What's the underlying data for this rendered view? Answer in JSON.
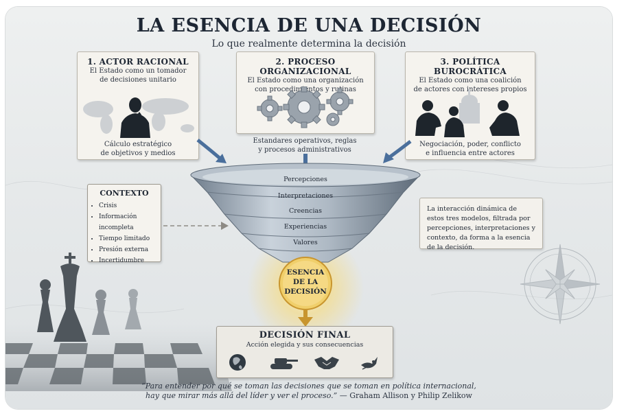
{
  "title": "LA ESENCIA DE UNA DECISIÓN",
  "subtitle": "Lo que realmente determina la decisión",
  "models": [
    {
      "heading": "1. ACTOR RACIONAL",
      "desc_line1": "El Estado como un tomador",
      "desc_line2": "de decisiones unitario",
      "foot_line1": "Cálculo estratégico",
      "foot_line2": "de objetivos y medios"
    },
    {
      "heading": "2. PROCESO ORGANIZACIONAL",
      "desc_line1": "El Estado como una organización",
      "desc_line2": "con procedimientos y rutinas",
      "foot_line1": "Estandares operativos, reglas",
      "foot_line2": "y procesos administrativos"
    },
    {
      "heading": "3. POLÍTICA BUROCRÁTICA",
      "desc_line1": "El Estado como una coalición",
      "desc_line2": "de actores con intereses propios",
      "foot_line1": "Negociación, poder, conflicto",
      "foot_line2": "e influencia entre actores"
    }
  ],
  "funnel_layers": [
    "Percepciones",
    "Interpretaciones",
    "Creencias",
    "Experiencias",
    "Valores"
  ],
  "essence": {
    "line1": "ESENCIA",
    "line2": "DE LA",
    "line3": "DECISIÓN"
  },
  "context": {
    "heading": "CONTEXTO",
    "items": [
      "Crisis",
      "Información incompleta",
      "Tiempo limitado",
      "Presión externa",
      "Incertidumbre"
    ]
  },
  "note_text": "La interacción dinámica de estos tres modelos, filtrada por percepciones, interpretaciones y contexto, da forma a la esencia de la decisión.",
  "final": {
    "heading": "DECISIÓN FINAL",
    "desc": "Acción elegida y sus consecuencias",
    "icons": [
      "globe-icon",
      "tank-icon",
      "handshake-icon",
      "dove-icon"
    ]
  },
  "quote": {
    "line1": "“Para entender por qué se toman las decisiones que se toman en política internacional,",
    "line2": "hay que mirar más allá del líder y ver el proceso.”",
    "attribution": " — Graham Allison y Philip Zelikow"
  },
  "colors": {
    "arrow_blue": "#4a6f9c",
    "arrow_gold": "#c8952e",
    "glow": "#f1cf6a",
    "funnel": "#8a97a5"
  }
}
